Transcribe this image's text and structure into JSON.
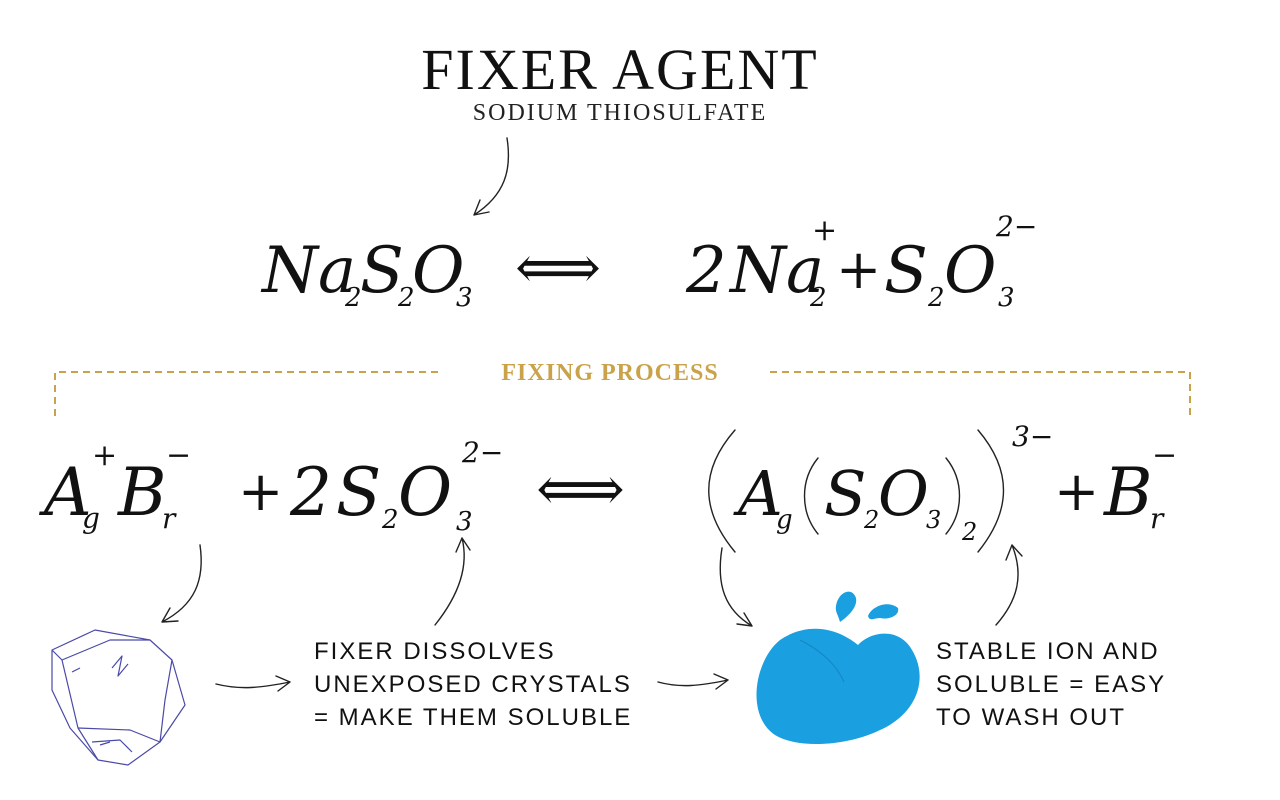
{
  "title": "FIXER AGENT",
  "subtitle": "SODIUM THIOSULFATE",
  "equation_1": {
    "left": "Na",
    "left_sub_1": "2",
    "left_mid": "S",
    "left_sub_2": "2",
    "left_end": "O",
    "left_sub_3": "3",
    "arrow": "⟺",
    "right_coef": "2",
    "right_na": "Na",
    "right_na_sub": "2",
    "right_na_sup": "+",
    "plus": "+",
    "right_s": "S",
    "right_s_sub": "2",
    "right_o": "O",
    "right_o_sub": "3",
    "right_o_sup": "2−"
  },
  "process_label": "FIXING PROCESS",
  "colors": {
    "accent": "#C9A24A",
    "drop": "#1A9FE0",
    "crystal": "#4A4AA8"
  },
  "equation_2": {
    "ag": "A",
    "ag_sub": "g",
    "ag_sup": "+",
    "br": "B",
    "br_sub": "r",
    "br_sup": "−",
    "plus_1": "+",
    "coef": "2",
    "s": "S",
    "s_sub": "2",
    "o": "O",
    "o_sub": "3",
    "o_sup": "2−",
    "arrow": "⟺",
    "complex_ag": "A",
    "complex_ag_sub": "g",
    "complex_s": "S",
    "complex_s_sub": "2",
    "complex_o": "O",
    "complex_o_sub": "3",
    "complex_n": "2",
    "complex_sup": "3−",
    "plus_2": "+",
    "br2": "B",
    "br2_sub": "r",
    "br2_sup": "−"
  },
  "captions": {
    "fixer_dissolves": "FIXER DISSOLVES\nUNEXPOSED CRYSTALS\n= MAKE THEM SOLUBLE",
    "stable_ion": "STABLE ION AND\nSOLUBLE = EASY\nTO WASH OUT"
  },
  "icons": {
    "crystal": "crystal-icon",
    "water_drop": "water-drop-icon"
  }
}
